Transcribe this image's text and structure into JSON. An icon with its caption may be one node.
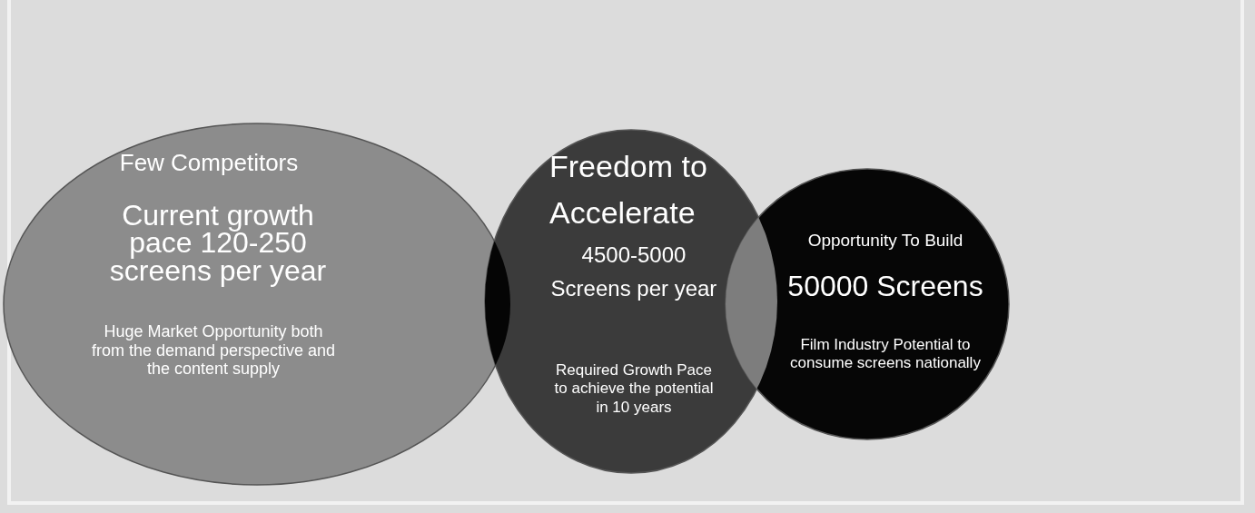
{
  "diagram": {
    "nodes": [
      {
        "text": [
          "Few Competitors",
          "Current growth pace 120-250 screens per year",
          "Huge Market Opportunity both from the demand perspective and the content supply"
        ]
      },
      {
        "text": [
          "Freedom to Accelerate",
          "4500-5000 Screens per year",
          "Required Growth Pace to achieve the potential in 10 years"
        ]
      },
      {
        "text": [
          "Opportunity To Build",
          "50000 Screens",
          "Film Industry Potential to consume screens nationally"
        ]
      }
    ],
    "edges": []
  }
}
